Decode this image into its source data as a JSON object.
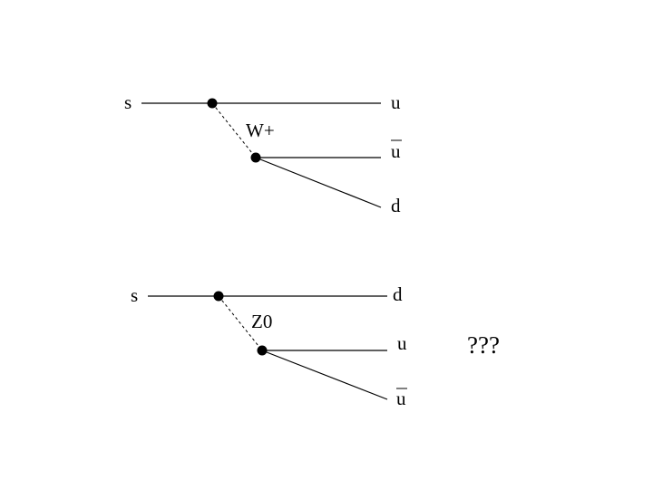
{
  "diagrams": [
    {
      "incoming_label": "s",
      "boson_label": "W+",
      "out_top_label": "u",
      "out_mid_label": "u",
      "out_mid_overline": true,
      "out_bottom_label": "d",
      "out_bottom_overline": false
    },
    {
      "incoming_label": "s",
      "boson_label": "Z0",
      "out_top_label": "d",
      "out_mid_label": "u",
      "out_mid_overline": false,
      "out_bottom_label": "u",
      "out_bottom_overline": true
    }
  ],
  "annotation": "???",
  "colors": {
    "ink": "#000000",
    "background": "#ffffff"
  }
}
